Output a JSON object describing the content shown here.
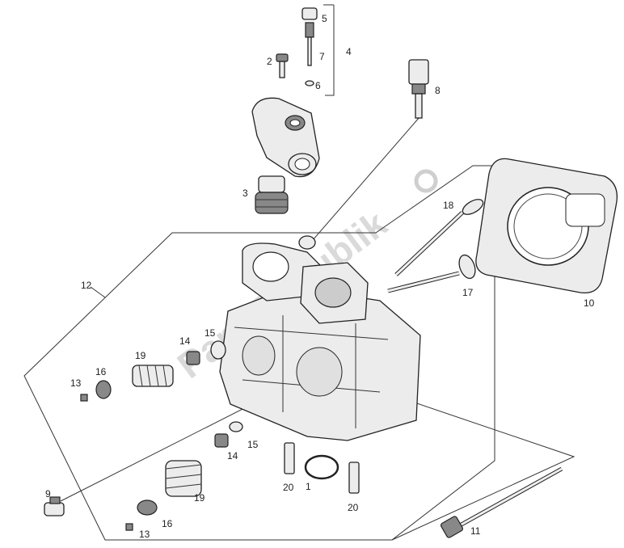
{
  "watermark": "PartsRepublik",
  "labels": [
    "1",
    "2",
    "3",
    "4",
    "5",
    "6",
    "7",
    "8",
    "9",
    "10",
    "11",
    "12",
    "13",
    "13",
    "14",
    "14",
    "15",
    "15",
    "16",
    "16",
    "17",
    "18",
    "19",
    "19",
    "20",
    "20"
  ]
}
